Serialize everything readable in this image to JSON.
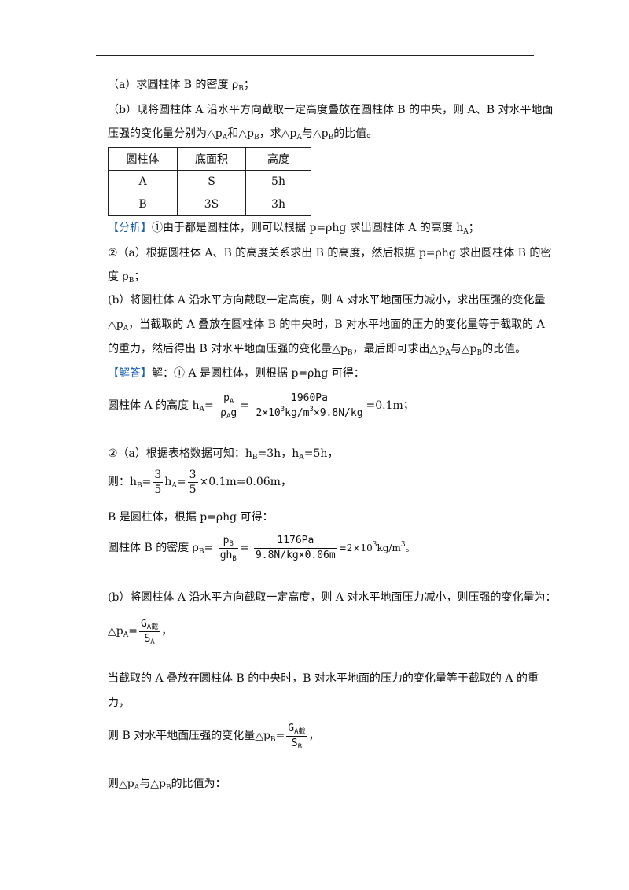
{
  "q_a": {
    "pre": "（a）求圆柱体 B 的密度 ρ",
    "sub": "B",
    "post": "；"
  },
  "q_b1": "（b）现将圆柱体 A 沿水平方向截取一定高度叠放在圆柱体 B 的中央，则 A、B 对水平地面",
  "q_b2": {
    "t1": "压强的变化量分别为△p",
    "s1": "A",
    "t2": "和△p",
    "s2": "B",
    "t3": "，求△p",
    "s3": "A",
    "t4": "与△p",
    "s4": "B",
    "t5": "的比值。"
  },
  "table": {
    "headers": [
      "圆柱体",
      "底面积",
      "高度"
    ],
    "rows": [
      [
        "A",
        "S",
        "5h"
      ],
      [
        "B",
        "3S",
        "3h"
      ]
    ]
  },
  "analysis": {
    "tag": "【分析】",
    "l1": {
      "t1": "①由于都是圆柱体，则可以根据 p=ρhg 求出圆柱体 A 的高度 h",
      "s1": "A",
      "t2": "；"
    },
    "l2": "②（a）根据圆柱体 A、B 的高度关系求出 B 的高度，然后根据 p=ρhg 求出圆柱体 B 的密",
    "l3": {
      "t1": "度 ρ",
      "s1": "B",
      "t2": "；"
    },
    "l4": "(b）将圆柱体 A 沿水平方向截取一定高度，则 A 对水平地面压力减小，求出压强的变化量",
    "l5": {
      "t1": "△p",
      "s1": "A",
      "t2": "，当截取的 A 叠放在圆柱体 B 的中央时，B 对水平地面的压力的变化量等于截取的 A"
    },
    "l6": {
      "t1": "的重力，然后得出 B 对水平地面压强的变化量△p",
      "s1": "B",
      "t2": "，最后即可求出△p",
      "s2": "A",
      "t3": "与△p",
      "s3": "B",
      "t4": "的比值。"
    }
  },
  "answer": {
    "tag": "【解答】",
    "l1": "解：① A 是圆柱体，则根据 p=ρhg 可得：",
    "eq1": {
      "pre": "圆柱体 A 的高度 h",
      "pre_sub": "A",
      "eq": "=",
      "n1": "p",
      "n1s": "A",
      "d1": "ρ",
      "d1s": "A",
      "d1b": "g",
      "eq2": "=",
      "n2": "1960Pa",
      "d2": "2×10",
      "d2sup": "3",
      "d2b": "kg/m",
      "d2sup2": "3",
      "d2c": "×9.8N/kg",
      "res": "=0.1m；"
    },
    "l2": {
      "t1": "②（a）根据表格数据可知：h",
      "s1": "B",
      "t2": "=3h，h",
      "s2": "A",
      "t3": "=5h，"
    },
    "eq2": {
      "t1": "则：h",
      "s1": "B",
      "t2": "=",
      "n1": "3",
      "d1": "5",
      "t3": "h",
      "s3": "A",
      "t4": "=",
      "n2": "3",
      "d2": "5",
      "t5": "×0.1m=0.06m，"
    },
    "l3": "B 是圆柱体，根据 p=ρhg 可得：",
    "eq3": {
      "pre": "圆柱体 B 的密度 ρ",
      "pre_sub": "B",
      "eq": "=",
      "n1": "p",
      "n1s": "B",
      "d1": "gh",
      "d1s": "B",
      "eq2": "=",
      "n2": "1176Pa",
      "d2": "9.8N/kg×0.06m",
      "res": "=2×10",
      "res_sup": "3",
      "res2": "kg/m",
      "res_sup2": "3",
      "res3": "。"
    },
    "l4": "(b）将圆柱体 A 沿水平方向截取一定高度，则 A 对水平地面压力减小，则压强的变化量为：",
    "eq4": {
      "t1": "△p",
      "s1": "A",
      "t2": "=",
      "n": "G",
      "ns": "A截",
      "d": "S",
      "ds": "A",
      "t3": "，"
    },
    "l5": "当截取的 A 叠放在圆柱体 B 的中央时，B 对水平地面的压力的变化量等于截取的 A 的重",
    "l6": "力，",
    "eq5": {
      "t1": "则 B 对水平地面压强的变化量△p",
      "s1": "B",
      "t2": "=",
      "n": "G",
      "ns": "A截",
      "d": "S",
      "ds": "B",
      "t3": "，"
    },
    "l7": {
      "t1": "则△p",
      "s1": "A",
      "t2": "与△p",
      "s2": "B",
      "t3": "的比值为："
    }
  }
}
